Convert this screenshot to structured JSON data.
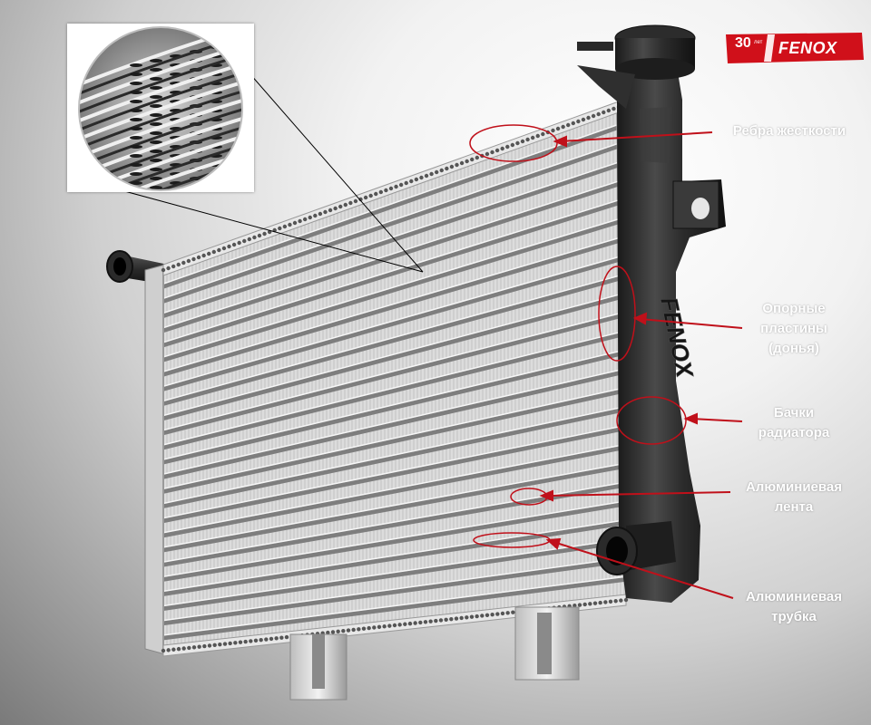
{
  "brand": {
    "anniversary_number": "30",
    "anniversary_word": "лет",
    "name": "FENOX",
    "tank_embossing": "FENOX",
    "accent_color": "#d0101a"
  },
  "callouts": [
    {
      "id": "ribs",
      "text": "Ребра жесткости"
    },
    {
      "id": "plates",
      "text": "Опорные\nпластины\n(донья)"
    },
    {
      "id": "tanks",
      "text": "Бачки\nрадиатора"
    },
    {
      "id": "tape",
      "text": "Алюминиевая\nлента"
    },
    {
      "id": "tube",
      "text": "Алюминиевая\nтрубка"
    }
  ],
  "colors": {
    "callout_line": "#c0101a",
    "core_fin": "#e2e2e2",
    "tank_plastic": "#2a2a2a"
  }
}
